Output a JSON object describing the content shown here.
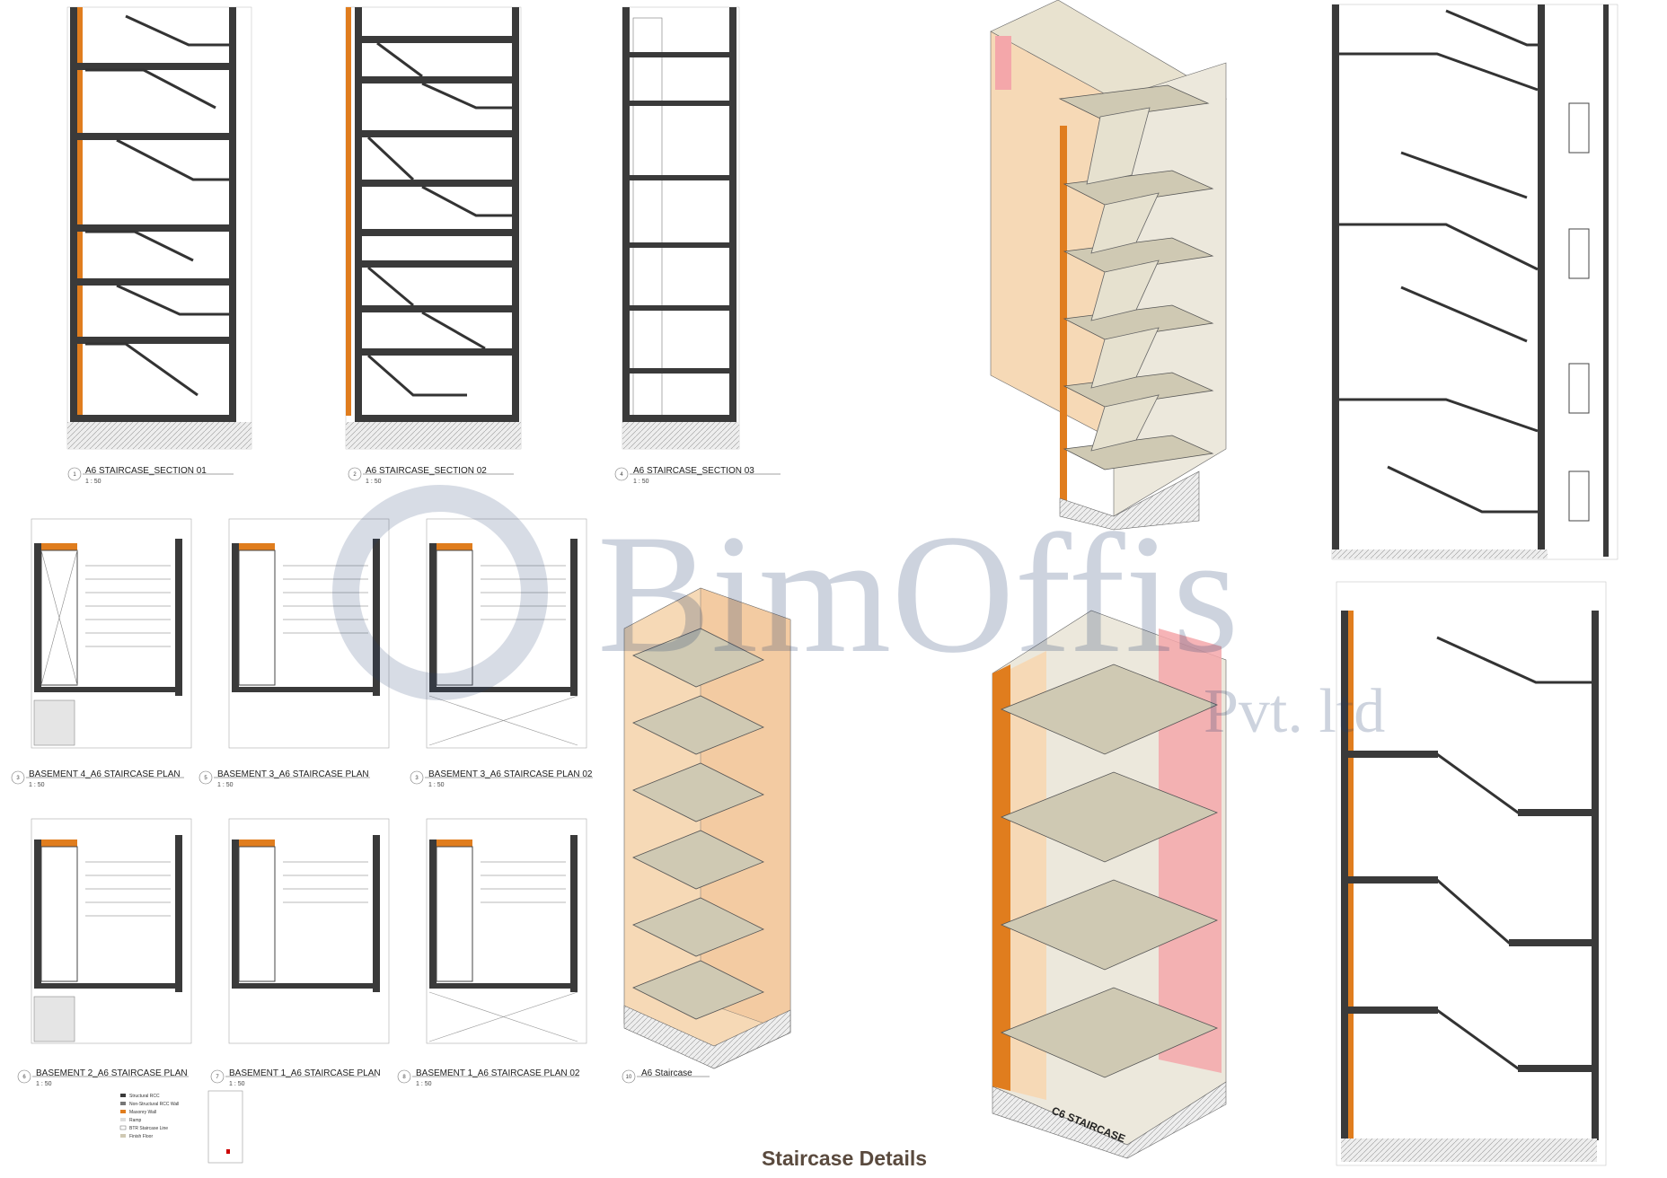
{
  "main_title": "Staircase Details",
  "watermark": {
    "logo_text": "BimOffis",
    "suffix_text": "Pvt. ltd"
  },
  "views": [
    {
      "num": "1",
      "title": "A6 STAIRCASE_SECTION 01",
      "scale": "1 : 50"
    },
    {
      "num": "2",
      "title": "A6 STAIRCASE_SECTION 02",
      "scale": "1 : 50"
    },
    {
      "num": "4",
      "title": "A6 STAIRCASE_SECTION 03",
      "scale": "1 : 50"
    },
    {
      "num": "3",
      "title": "BASEMENT 4_A6 STAIRCASE PLAN",
      "scale": "1 : 50"
    },
    {
      "num": "5",
      "title": "BASEMENT 3_A6 STAIRCASE PLAN",
      "scale": "1 : 50"
    },
    {
      "num": "3",
      "title": "BASEMENT 3_A6 STAIRCASE PLAN 02",
      "scale": "1 : 50"
    },
    {
      "num": "6",
      "title": "BASEMENT 2_A6 STAIRCASE PLAN",
      "scale": "1 : 50"
    },
    {
      "num": "7",
      "title": "BASEMENT 1_A6 STAIRCASE PLAN",
      "scale": "1 : 50"
    },
    {
      "num": "8",
      "title": "BASEMENT 1_A6 STAIRCASE PLAN 02",
      "scale": "1 : 50"
    },
    {
      "num": "10",
      "title": "A6 Staircase",
      "scale": ""
    }
  ],
  "iso_label": "C6 STAIRCASE",
  "legend": [
    "Structural RCC",
    "Non-Structural RCC Wall",
    "Masonry Wall",
    "Ramp",
    "BTR Staircase Line",
    "Finish Floor"
  ],
  "colors": {
    "wall": "#3a3a3a",
    "orange": "#e07d1e",
    "peach": "#f6d9b6",
    "pink": "#f4a7aa",
    "slab": "#cfc9b3",
    "slab_side": "#9f9a86",
    "watermark": "#1f3c6e"
  }
}
